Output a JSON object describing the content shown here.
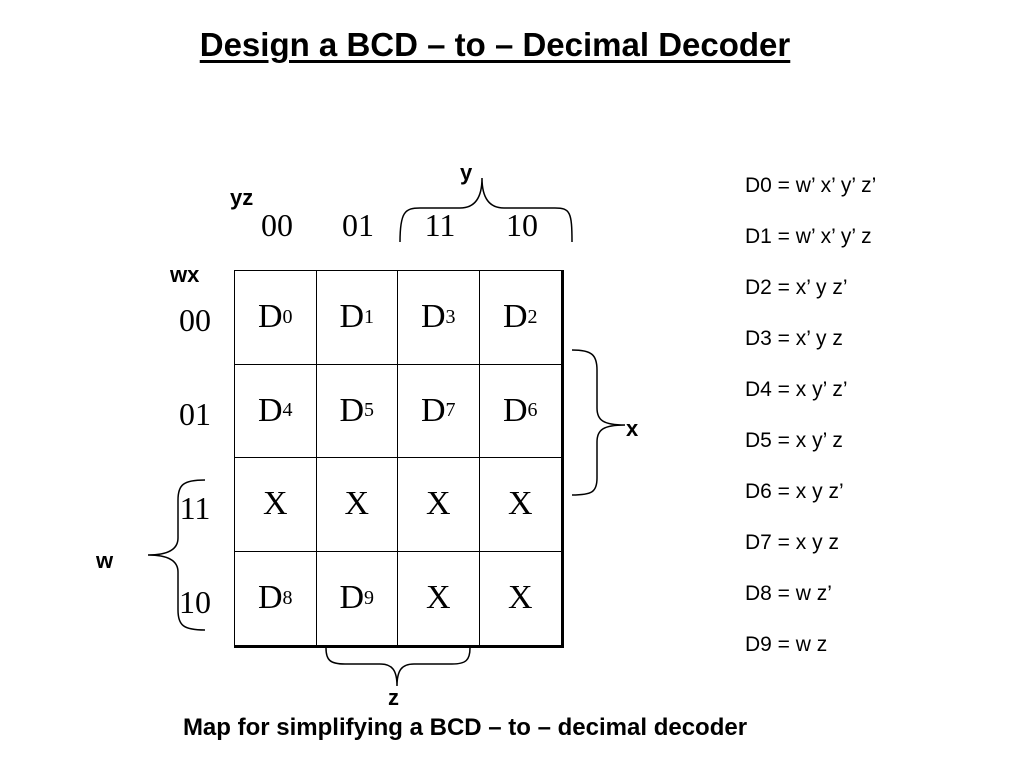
{
  "title": "Design a BCD – to – Decimal Decoder",
  "caption": "Map for simplifying a BCD – to – decimal decoder",
  "axis_labels": {
    "yz": "yz",
    "wx": "wx",
    "y": "y",
    "x": "x",
    "w": "w",
    "z": "z"
  },
  "column_headers": [
    "00",
    "01",
    "11",
    "10"
  ],
  "row_headers": [
    "00",
    "01",
    "11",
    "10"
  ],
  "kmap": [
    [
      {
        "main": "D",
        "sub": "0"
      },
      {
        "main": "D",
        "sub": "1"
      },
      {
        "main": "D",
        "sub": "3"
      },
      {
        "main": "D",
        "sub": "2"
      }
    ],
    [
      {
        "main": "D",
        "sub": "4"
      },
      {
        "main": "D",
        "sub": "5"
      },
      {
        "main": "D",
        "sub": "7"
      },
      {
        "main": "D",
        "sub": "6"
      }
    ],
    [
      {
        "main": "X",
        "sub": ""
      },
      {
        "main": "X",
        "sub": ""
      },
      {
        "main": "X",
        "sub": ""
      },
      {
        "main": "X",
        "sub": ""
      }
    ],
    [
      {
        "main": "D",
        "sub": "8"
      },
      {
        "main": "D",
        "sub": "9"
      },
      {
        "main": "X",
        "sub": ""
      },
      {
        "main": "X",
        "sub": ""
      }
    ]
  ],
  "equations": [
    "D0 = w’ x’ y’ z’",
    "D1 = w’ x’ y’ z",
    "D2 = x’ y z’",
    "D3 = x’ y z",
    "D4 = x y’ z’",
    "D5 = x y’ z",
    "D6 = x y z’",
    "D7 = x y z",
    "D8 = w z’",
    "D9 = w z"
  ]
}
